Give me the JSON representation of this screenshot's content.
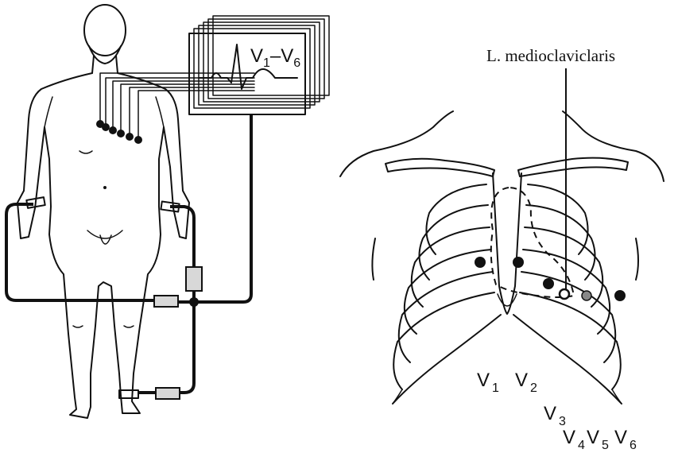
{
  "monitor": {
    "label": "V",
    "sub_first": "1",
    "dash": "–",
    "sub_last": "6"
  },
  "chest": {
    "line_label": "L. medioclaviclaris",
    "leads": [
      {
        "v": "V",
        "sub": "1"
      },
      {
        "v": "V",
        "sub": "2"
      },
      {
        "v": "V",
        "sub": "3"
      },
      {
        "v": "V",
        "sub": "4"
      },
      {
        "v": "V",
        "sub": "5"
      },
      {
        "v": "V",
        "sub": "6"
      }
    ]
  }
}
